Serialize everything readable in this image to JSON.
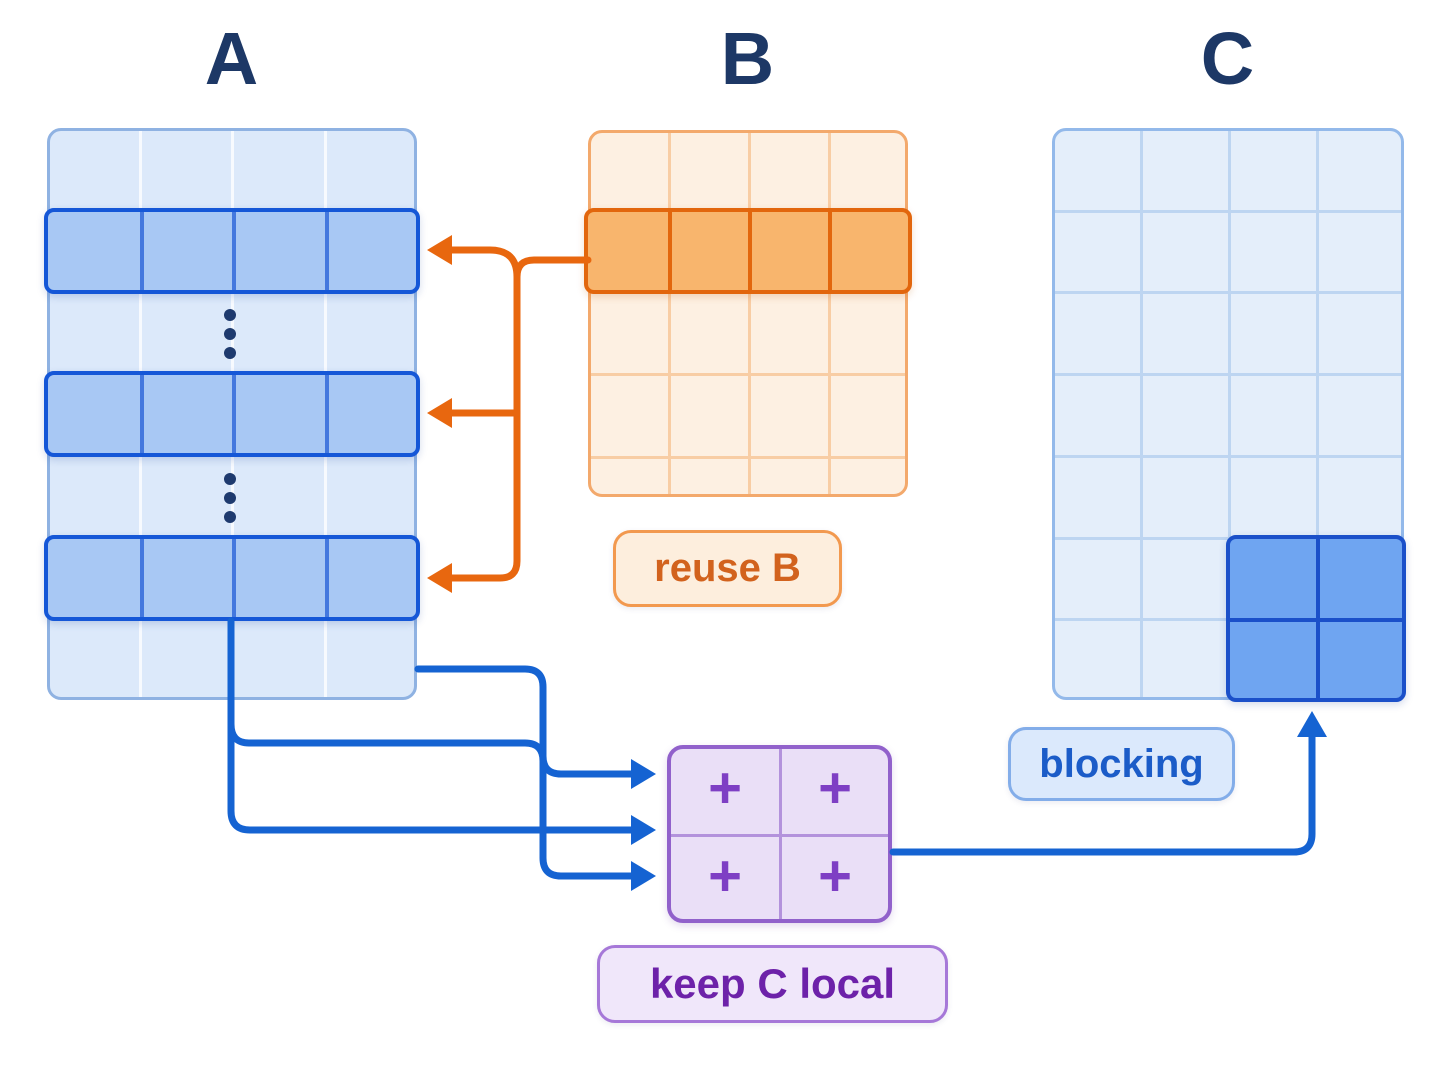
{
  "titles": {
    "a": "A",
    "b": "B",
    "c": "C"
  },
  "labels": {
    "reuse_b": "reuse B",
    "blocking": "blocking",
    "keep_c_local": "keep C local"
  },
  "accumulator": {
    "plus": "+",
    "cells": 4
  },
  "matrices": {
    "a": {
      "name": "A",
      "cols": 4,
      "rows": 7,
      "highlighted_rows": [
        2,
        4,
        6
      ],
      "ellipsis_rows": [
        3,
        5
      ]
    },
    "b": {
      "name": "B",
      "cols": 4,
      "rows": 5,
      "highlighted_rows": [
        2
      ]
    },
    "c": {
      "name": "C",
      "cols": 4,
      "rows": 7,
      "highlighted_block": {
        "cols": [
          3,
          4
        ],
        "rows": [
          6,
          7
        ]
      }
    }
  },
  "colors": {
    "accent_orange": "#E8670F",
    "accent_blue": "#1563D2",
    "accent_purple": "#7E3FC4",
    "title_navy": "#1D3866",
    "a_highlight_fill": "#A8C8F4",
    "b_highlight_fill": "#F8B56D",
    "c_highlight_fill": "#6FA5F1"
  }
}
